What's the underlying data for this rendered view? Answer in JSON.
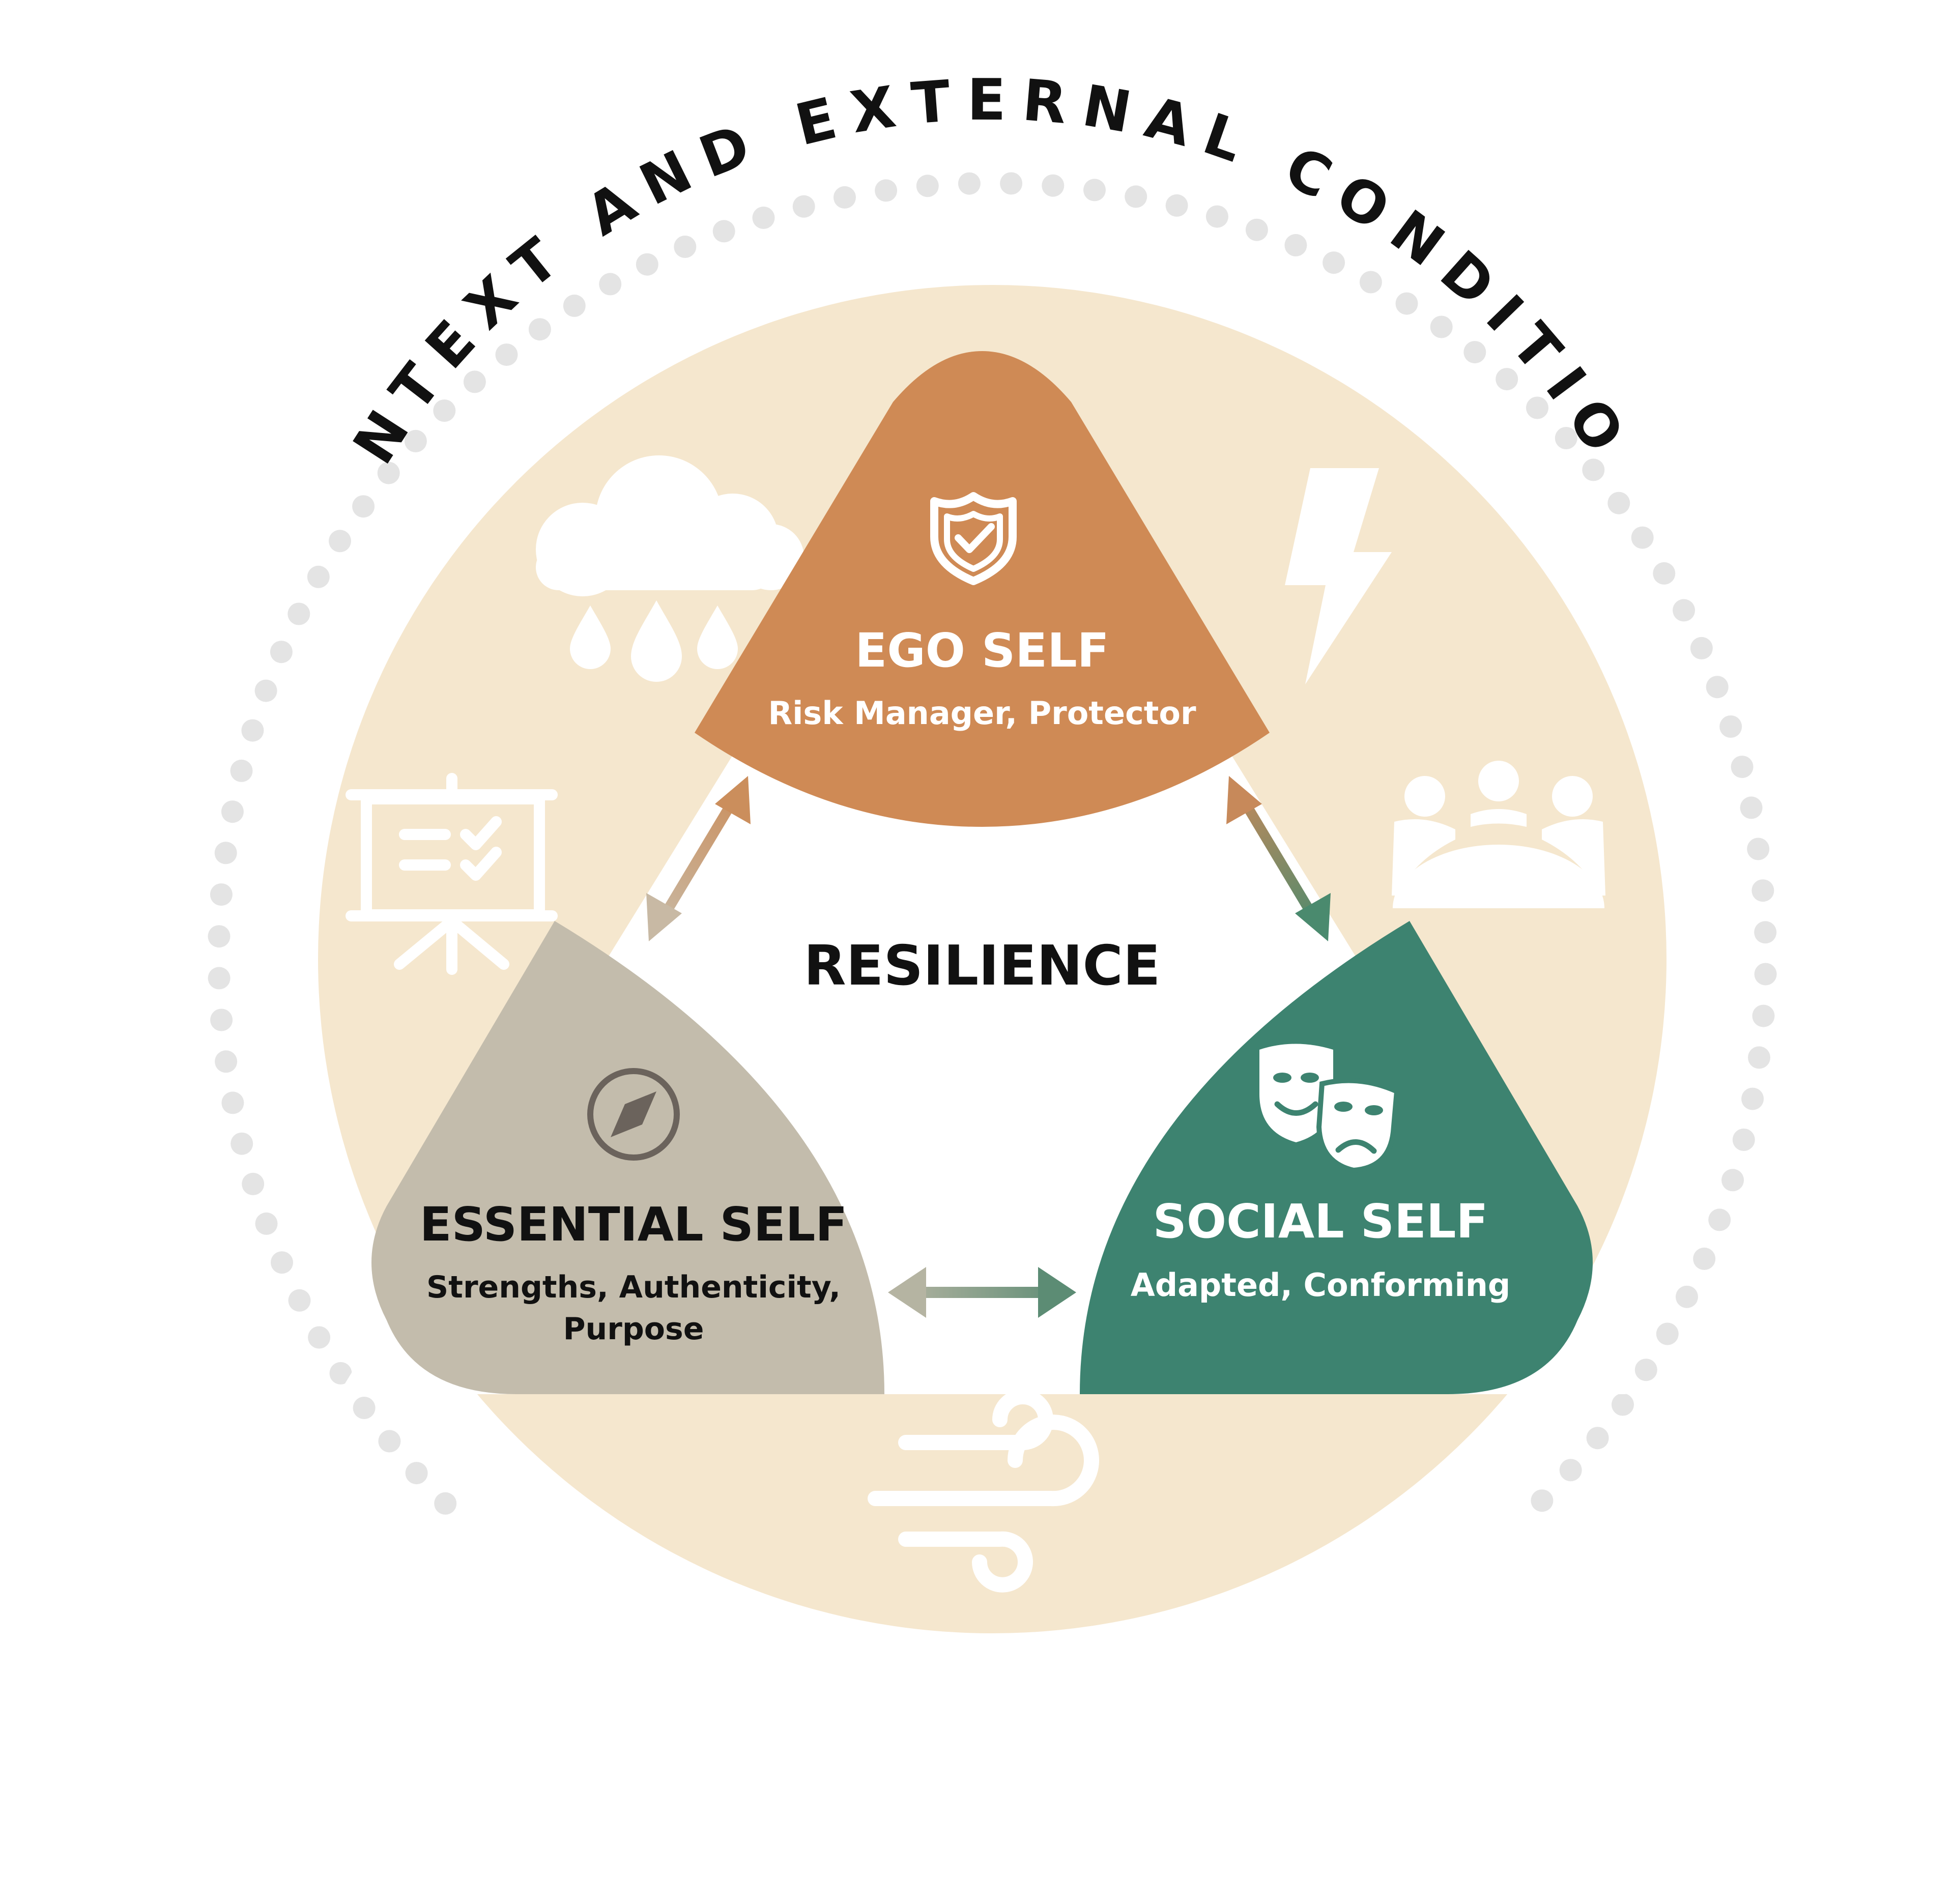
{
  "diagram": {
    "title": "CONTEXT AND EXTERNAL CONDITIONS",
    "center_label": "RESILIENCE",
    "nodes": {
      "ego": {
        "title": "EGO SELF",
        "subtitle": "Risk Manager, Protector",
        "icon": "shield-check-icon",
        "color": "#CF8A55"
      },
      "essential": {
        "title": "ESSENTIAL SELF",
        "subtitle_line1": "Strengths, Authenticity,",
        "subtitle_line2": "Purpose",
        "icon": "compass-icon",
        "color": "#C3BCAC"
      },
      "social": {
        "title": "SOCIAL SELF",
        "subtitle": "Adapted, Conforming",
        "icon": "theater-masks-icon",
        "color": "#3D8370"
      }
    },
    "context_icons": [
      "rain-cloud-icon",
      "lightning-icon",
      "group-meeting-icon",
      "wind-icon",
      "presentation-board-icon"
    ],
    "colors": {
      "context_circle": "#F5E7CE",
      "dots": "#E4E4E4",
      "ego_essential_arrow": "#C9A47E",
      "ego_social_arrow": "#7F8A62",
      "essential_social_arrow": "#7E9A86",
      "title_text": "#111111"
    }
  }
}
